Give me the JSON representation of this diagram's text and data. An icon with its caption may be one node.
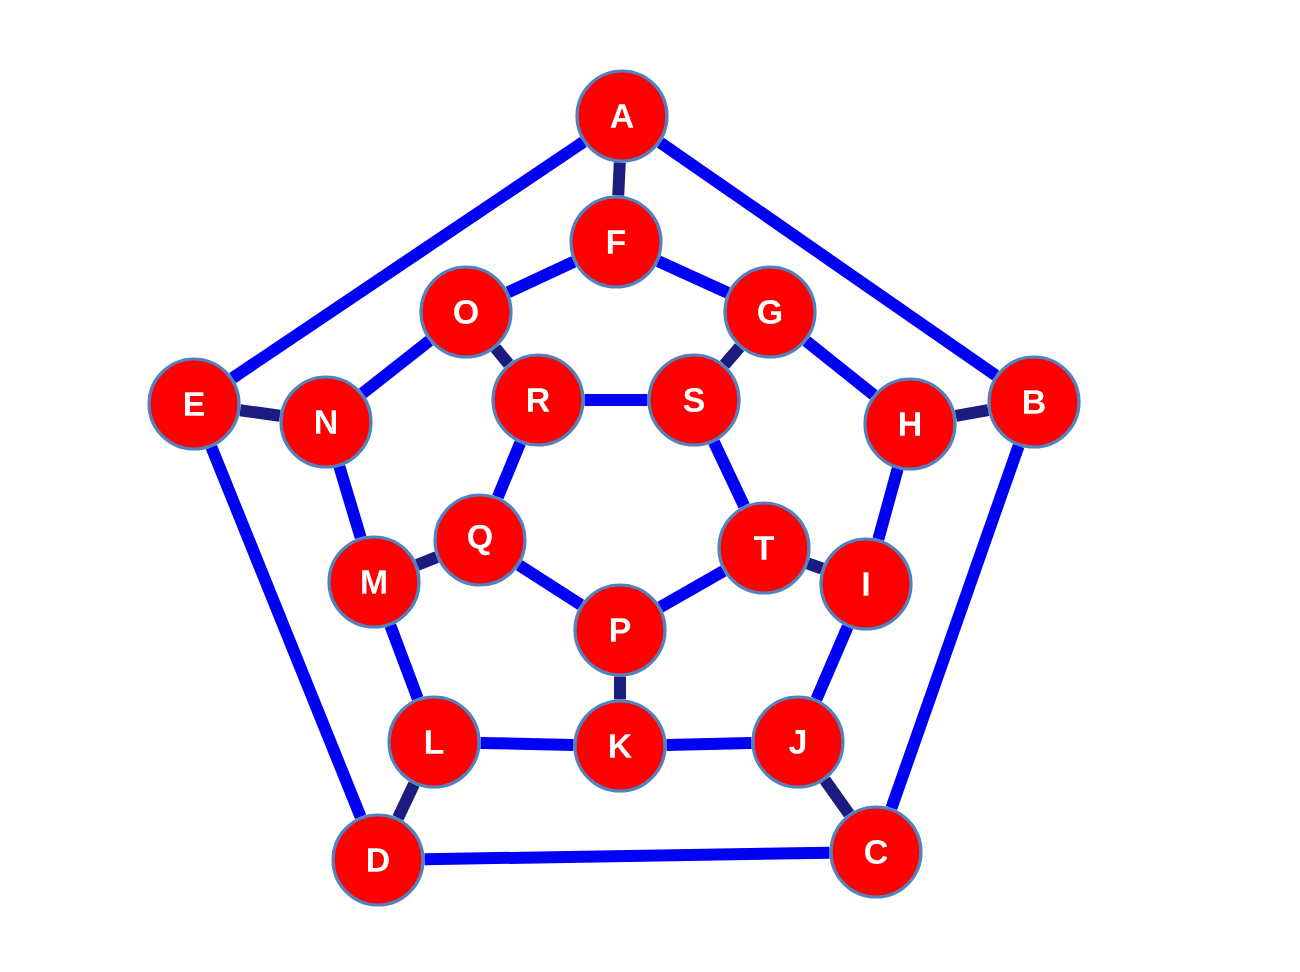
{
  "diagram": {
    "nodes": [
      {
        "text": [
          "A"
        ]
      },
      {
        "text": [
          "F"
        ]
      },
      {
        "text": [
          "O"
        ]
      },
      {
        "text": [
          "G"
        ]
      },
      {
        "text": [
          "E"
        ]
      },
      {
        "text": [
          "N"
        ]
      },
      {
        "text": [
          "R"
        ]
      },
      {
        "text": [
          "S"
        ]
      },
      {
        "text": [
          "H"
        ]
      },
      {
        "text": [
          "B"
        ]
      },
      {
        "text": [
          "M"
        ]
      },
      {
        "text": [
          "Q"
        ]
      },
      {
        "text": [
          "T"
        ]
      },
      {
        "text": [
          "I"
        ]
      },
      {
        "text": [
          "P"
        ]
      },
      {
        "text": [
          "L"
        ]
      },
      {
        "text": [
          "K"
        ]
      },
      {
        "text": [
          "J"
        ]
      },
      {
        "text": [
          "D"
        ]
      },
      {
        "text": [
          "C"
        ]
      }
    ],
    "edges": [
      {
        "from": 0,
        "to": 9,
        "arrow": "none"
      },
      {
        "from": 9,
        "to": 19,
        "arrow": "none"
      },
      {
        "from": 19,
        "to": 18,
        "arrow": "none"
      },
      {
        "from": 18,
        "to": 4,
        "arrow": "none"
      },
      {
        "from": 4,
        "to": 0,
        "arrow": "none"
      },
      {
        "from": 0,
        "to": 1,
        "arrow": "none",
        "color": "#1c1c80"
      },
      {
        "from": 9,
        "to": 8,
        "arrow": "none",
        "color": "#1c1c80"
      },
      {
        "from": 19,
        "to": 17,
        "arrow": "none",
        "color": "#1c1c80"
      },
      {
        "from": 18,
        "to": 15,
        "arrow": "none",
        "color": "#1c1c80"
      },
      {
        "from": 4,
        "to": 5,
        "arrow": "none",
        "color": "#1c1c80"
      },
      {
        "from": 1,
        "to": 3,
        "arrow": "none"
      },
      {
        "from": 3,
        "to": 8,
        "arrow": "none"
      },
      {
        "from": 8,
        "to": 13,
        "arrow": "none"
      },
      {
        "from": 13,
        "to": 17,
        "arrow": "none"
      },
      {
        "from": 17,
        "to": 16,
        "arrow": "none"
      },
      {
        "from": 16,
        "to": 15,
        "arrow": "none"
      },
      {
        "from": 15,
        "to": 10,
        "arrow": "none"
      },
      {
        "from": 10,
        "to": 5,
        "arrow": "none"
      },
      {
        "from": 5,
        "to": 2,
        "arrow": "none"
      },
      {
        "from": 2,
        "to": 1,
        "arrow": "none"
      },
      {
        "from": 3,
        "to": 7,
        "arrow": "none",
        "color": "#1c1c80"
      },
      {
        "from": 13,
        "to": 12,
        "arrow": "none",
        "color": "#1c1c80"
      },
      {
        "from": 16,
        "to": 14,
        "arrow": "none",
        "color": "#1c1c80"
      },
      {
        "from": 10,
        "to": 11,
        "arrow": "none",
        "color": "#1c1c80"
      },
      {
        "from": 2,
        "to": 6,
        "arrow": "none",
        "color": "#1c1c80"
      },
      {
        "from": 6,
        "to": 7,
        "arrow": "none"
      },
      {
        "from": 7,
        "to": 12,
        "arrow": "none"
      },
      {
        "from": 12,
        "to": 14,
        "arrow": "none"
      },
      {
        "from": 14,
        "to": 11,
        "arrow": "none"
      },
      {
        "from": 11,
        "to": 6,
        "arrow": "none"
      }
    ]
  }
}
